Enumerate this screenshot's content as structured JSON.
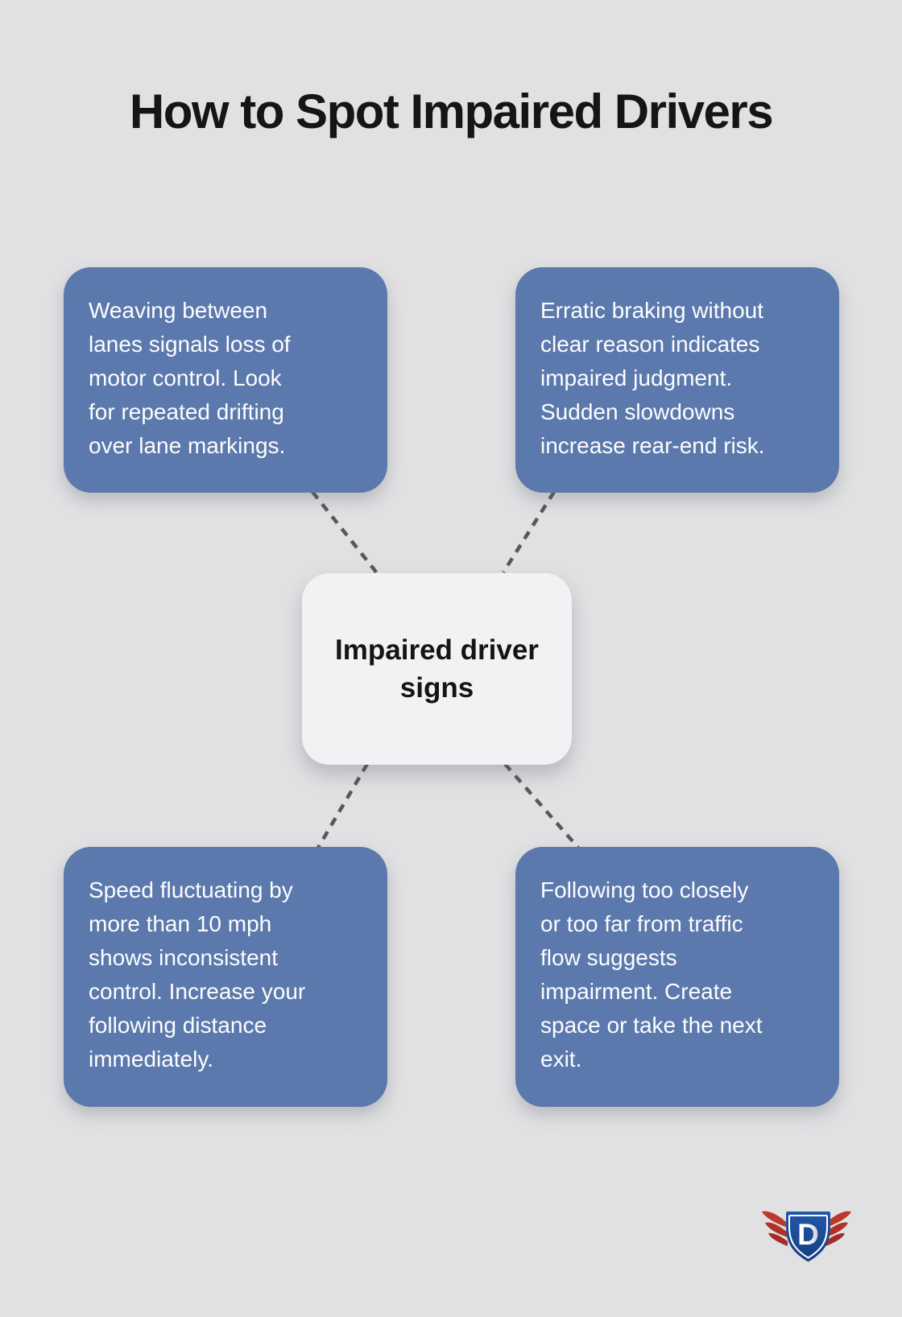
{
  "page": {
    "title": "How to Spot Impaired Drivers"
  },
  "diagram": {
    "center": {
      "label": "Impaired driver\nsigns"
    },
    "nodes": [
      {
        "id": "weaving",
        "text": "Weaving between\nlanes signals loss of\nmotor control. Look\nfor repeated drifting\nover lane markings."
      },
      {
        "id": "braking",
        "text": "Erratic braking without\nclear reason indicates\nimpaired judgment.\nSudden slowdowns\nincrease rear-end risk."
      },
      {
        "id": "speed",
        "text": "Speed fluctuating by\nmore than 10 mph\nshows inconsistent\ncontrol. Increase your\nfollowing distance\nimmediately."
      },
      {
        "id": "following",
        "text": "Following too closely\nor too far from traffic\nflow suggests\nimpairment. Create\nspace or take the next\nexit."
      }
    ]
  },
  "logo": {
    "letter": "D"
  },
  "colors": {
    "background": "#e1e1e3",
    "card_blue": "#5c79ad",
    "card_text": "#fdfdfe",
    "center_card": "#f2f2f4",
    "title_text": "#151515",
    "connector": "#58585a",
    "logo_shield_blue": "#1b4b96",
    "logo_wing_red": "#b43127",
    "logo_letter_white": "#ffffff"
  }
}
